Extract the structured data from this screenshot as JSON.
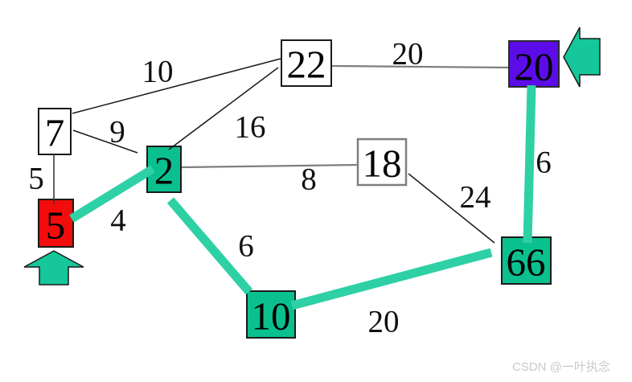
{
  "watermark": {
    "text": "CSDN @一叶执念"
  },
  "colors": {
    "node_green": "#0ac08f",
    "node_red": "#f20c0c",
    "node_purple": "#5c0ce8",
    "node_white": "#ffffff",
    "edge_green": "#2ed0a6",
    "arrow_green": "#15c79a",
    "edge_thin": "#1a1a1a",
    "edge_gray": "#7e7e7e",
    "watermark_color": "#c9c9c9"
  },
  "graph": {
    "nodes": [
      {
        "id": "7",
        "fill": "#ffffff"
      },
      {
        "id": "5",
        "fill": "#f20c0c"
      },
      {
        "id": "2",
        "fill": "#0ac08f"
      },
      {
        "id": "22",
        "fill": "#ffffff"
      },
      {
        "id": "20",
        "fill": "#5c0ce8"
      },
      {
        "id": "18",
        "fill": "#ffffff"
      },
      {
        "id": "66",
        "fill": "#0ac08f"
      },
      {
        "id": "10",
        "fill": "#0ac08f"
      }
    ],
    "edges": [
      {
        "from": "7",
        "to": "22",
        "weight": "10",
        "highlighted": false
      },
      {
        "from": "7",
        "to": "2",
        "weight": "9",
        "highlighted": false
      },
      {
        "from": "7",
        "to": "5",
        "weight": "5",
        "highlighted": false
      },
      {
        "from": "2",
        "to": "22",
        "weight": "16",
        "highlighted": false
      },
      {
        "from": "22",
        "to": "20",
        "weight": "20",
        "highlighted": false
      },
      {
        "from": "2",
        "to": "18",
        "weight": "8",
        "highlighted": false
      },
      {
        "from": "18",
        "to": "66",
        "weight": "24",
        "highlighted": false
      },
      {
        "from": "5",
        "to": "2",
        "weight": "4",
        "highlighted": true
      },
      {
        "from": "2",
        "to": "10",
        "weight": "6",
        "highlighted": true
      },
      {
        "from": "10",
        "to": "66",
        "weight": "20",
        "highlighted": true
      },
      {
        "from": "20",
        "to": "66",
        "weight": "6",
        "highlighted": true
      }
    ]
  }
}
